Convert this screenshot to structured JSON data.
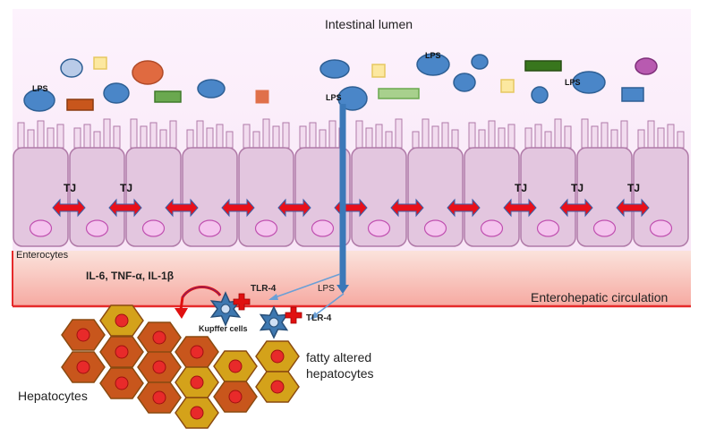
{
  "labels": {
    "lumen": "Intestinal lumen",
    "enterocytes": "Enterocytes",
    "circulation": "Enterohepatic circulation",
    "hepatocytes": "Hepatocytes",
    "fatty_line1": "fatty altered",
    "fatty_line2": "hepatocytes",
    "kupffer": "Kupffer cells",
    "cytokines": "IL-6, TNF-α, IL-1β",
    "tlr4": "TLR-4",
    "lps": "LPS",
    "tj": "TJ"
  },
  "colors": {
    "lumen_bg": "#fbeefb",
    "cell_fill": "#e3c6df",
    "cell_stroke": "#b07aa8",
    "nucleus": "#f4c4ee",
    "circulation_top": "#f7cfc9",
    "circulation_bottom": "#f4a6a0",
    "circulation_border": "#e52a2a",
    "tj_arrow": "#e8101a",
    "lps_arrow": "#3b78b8",
    "hep_brown": "#c8561c",
    "hep_gold": "#d4a21a",
    "hep_nucleus": "#e82a2a",
    "kupffer": "#3e78b0",
    "receptor": "#e01010"
  }
}
